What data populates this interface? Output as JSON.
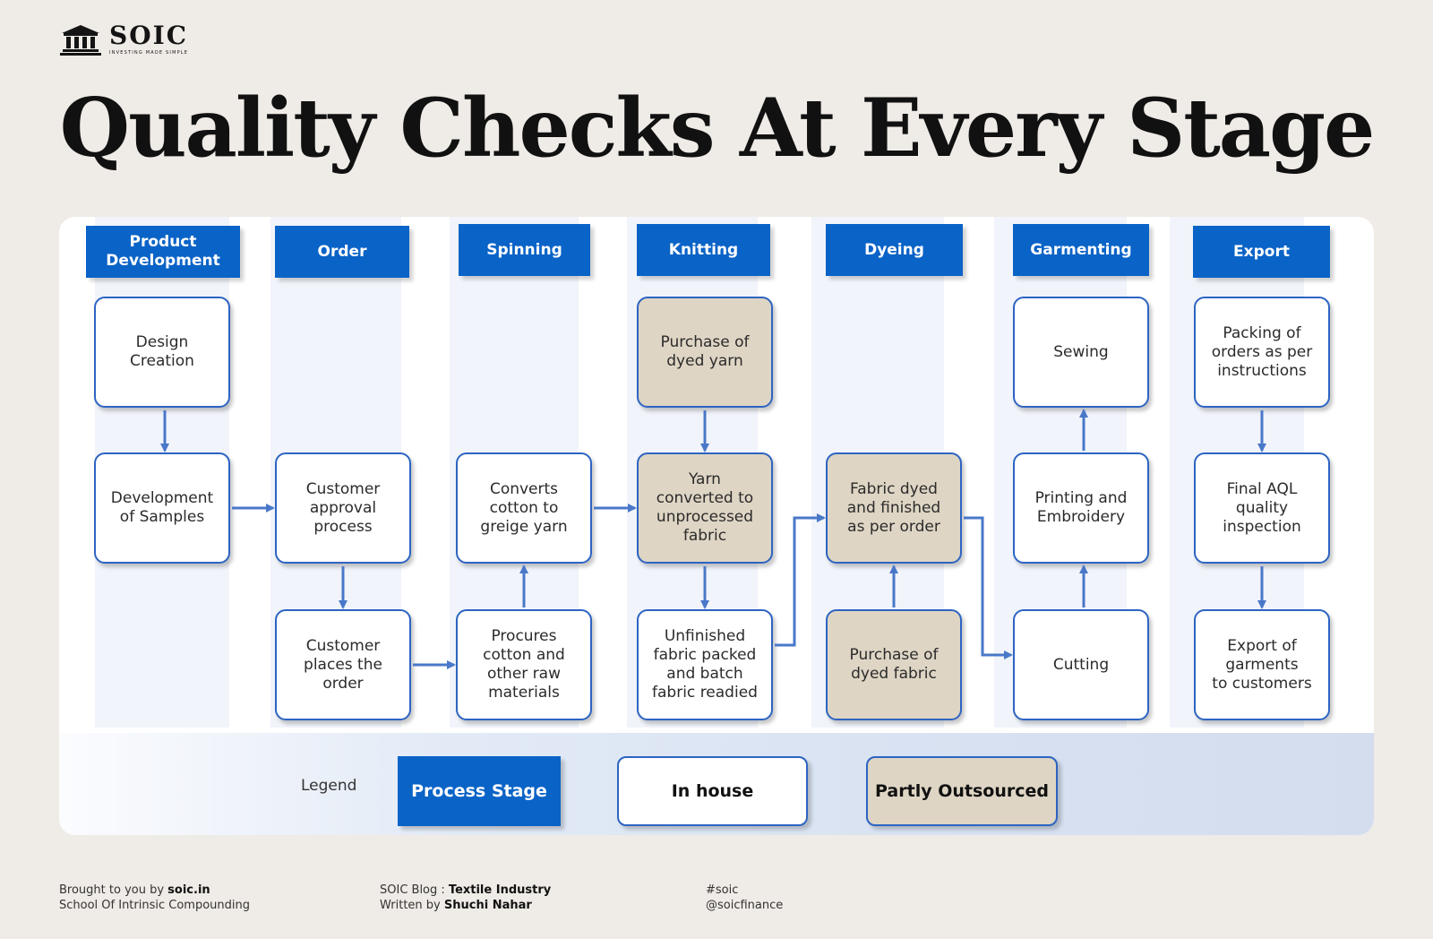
{
  "brand": {
    "name": "SOIC",
    "tagline": "INVESTING MADE SIMPLE",
    "logo_icon": "building-columns-icon"
  },
  "title": "Quality Checks At Every Stage",
  "stages": [
    "Product Development",
    "Order",
    "Spinning",
    "Knitting",
    "Dyeing",
    "Garmenting",
    "Export"
  ],
  "nodes": {
    "design_creation": "Design\nCreation",
    "development_samples": "Development\nof Samples",
    "customer_approval": "Customer\napproval\nprocess",
    "customer_places_order": "Customer\nplaces the\norder",
    "converts_cotton": "Converts\ncotton to\ngreige yarn",
    "procures_cotton": "Procures\ncotton and\nother raw\nmaterials",
    "purchase_dyed_yarn": "Purchase of\ndyed yarn",
    "yarn_converted": "Yarn\nconverted to\nunprocessed\nfabric",
    "unfinished_fabric": "Unfinished\nfabric packed\nand batch\nfabric readied",
    "fabric_dyed": "Fabric dyed\nand finished\nas per order",
    "purchase_dyed_fabric": "Purchase of\ndyed fabric",
    "sewing": "Sewing",
    "printing_embroidery": "Printing and\nEmbroidery",
    "cutting": "Cutting",
    "packing_orders": "Packing of\norders as per\ninstructions",
    "final_aql": "Final AQL\nquality\ninspection",
    "export_garments": "Export of\ngarments\nto customers"
  },
  "legend": {
    "label": "Legend",
    "process_stage": "Process Stage",
    "in_house": "In house",
    "partly_outsourced": "Partly Outsourced"
  },
  "footer": {
    "col1_prefix": "Brought to you by ",
    "col1_bold": "soic.in",
    "col1_line2": "School Of Intrinsic Compounding",
    "col2_prefix": "SOIC Blog : ",
    "col2_bold": "Textile Industry",
    "col2_line2_prefix": "Written by ",
    "col2_line2_bold": "Shuchi Nahar",
    "col3_line1": "#soic",
    "col3_line2": "@soicfinance"
  },
  "colors": {
    "stage_blue": "#0a63c7",
    "border_blue": "#2d64c2",
    "outsourced_tan": "#ded5c4",
    "background": "#efebe6"
  }
}
